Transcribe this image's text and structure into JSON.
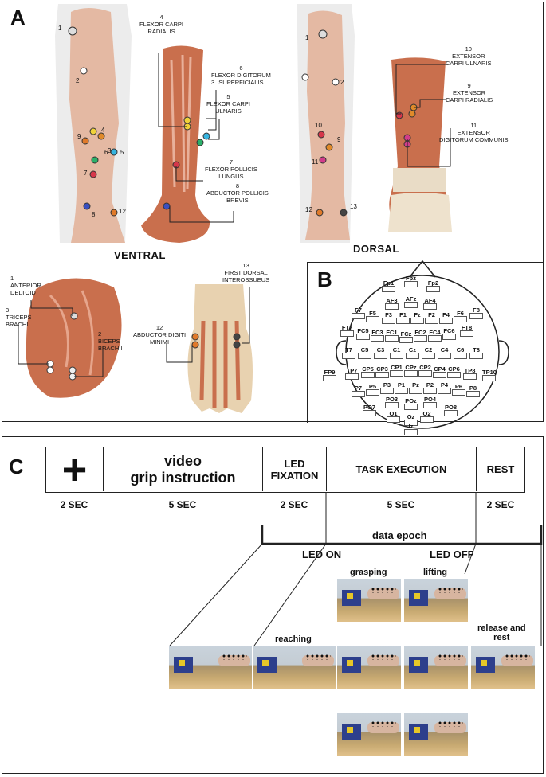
{
  "panels": {
    "a_letter": "A",
    "b_letter": "B",
    "c_letter": "C"
  },
  "panel_a": {
    "ventral_label": "VENTRAL",
    "dorsal_label": "DORSAL",
    "muscles": [
      {
        "num": "4",
        "name": "FLEXOR CARPI\nRADIALIS"
      },
      {
        "num": "6",
        "name": "FLEXOR DIGITORUM\nSUPERFICIALIS"
      },
      {
        "num": "3",
        "name": ""
      },
      {
        "num": "5",
        "name": "FLEXOR CARPI\nULNARIS"
      },
      {
        "num": "7",
        "name": "FLEXOR POLLICIS\nLUNGUS"
      },
      {
        "num": "8",
        "name": "ABDUCTOR POLLICIS\nBREVIS"
      },
      {
        "num": "10",
        "name": "EXTENSOR\nCARPI ULNARIS"
      },
      {
        "num": "9",
        "name": "EXTENSOR\nCARPI RADIALIS"
      },
      {
        "num": "11",
        "name": "EXTENSOR\nDIGITORUM COMMUNIS"
      },
      {
        "num": "1",
        "name": "ANTERIOR\nDELTOID"
      },
      {
        "num": "3",
        "name": "TRICEPS\nBRACHII"
      },
      {
        "num": "2",
        "name": "BICEPS\nBRACHII"
      },
      {
        "num": "12",
        "name": "ABDUCTOR DIGITI\nMINIMI"
      },
      {
        "num": "13",
        "name": "FIRST DORSAL\nINTEROSSUEUS"
      }
    ],
    "ventral_photo_numbers": [
      "1",
      "2",
      "3",
      "4",
      "5",
      "6",
      "7",
      "8",
      "9",
      "12"
    ],
    "dorsal_photo_numbers": [
      "1",
      "2",
      "9",
      "10",
      "11",
      "12",
      "13"
    ]
  },
  "panel_b": {
    "electrodes": [
      "Fpz",
      "Fp1",
      "Fp2",
      "AFz",
      "AF3",
      "AF4",
      "F7",
      "F5",
      "F3",
      "F1",
      "Fz",
      "F2",
      "F4",
      "F6",
      "F8",
      "FT7",
      "FC5",
      "FC3",
      "FC1",
      "FCz",
      "FC2",
      "FC4",
      "FC6",
      "FT8",
      "T7",
      "C5",
      "C3",
      "C1",
      "Cz",
      "C2",
      "C4",
      "C6",
      "T8",
      "FP9",
      "TP7",
      "CP5",
      "CP3",
      "CP1",
      "CPz",
      "CP2",
      "CP4",
      "CP6",
      "TP8",
      "TP10",
      "P7",
      "P5",
      "P3",
      "P1",
      "Pz",
      "P2",
      "P4",
      "P6",
      "P8",
      "PO3",
      "POz",
      "PO4",
      "PO7",
      "PO8",
      "O1",
      "O2",
      "Oz",
      "Iz"
    ]
  },
  "panel_c": {
    "phases": [
      {
        "title": "+",
        "duration": "2 SEC"
      },
      {
        "title": "video\ngrip instruction",
        "duration": "5 SEC"
      },
      {
        "title": "LED\nFIXATION",
        "duration": "2 SEC"
      },
      {
        "title": "TASK EXECUTION",
        "duration": "5 SEC"
      },
      {
        "title": "REST",
        "duration": "2 SEC"
      }
    ],
    "epoch_label": "data epoch",
    "led_on": "LED ON",
    "led_off": "LED OFF",
    "stages": [
      "reaching",
      "grasping",
      "lifting",
      "release and\nrest"
    ]
  },
  "colors": {
    "muscle": "#c96f4d",
    "skin": "#e6b9a3",
    "line": "#222222"
  }
}
